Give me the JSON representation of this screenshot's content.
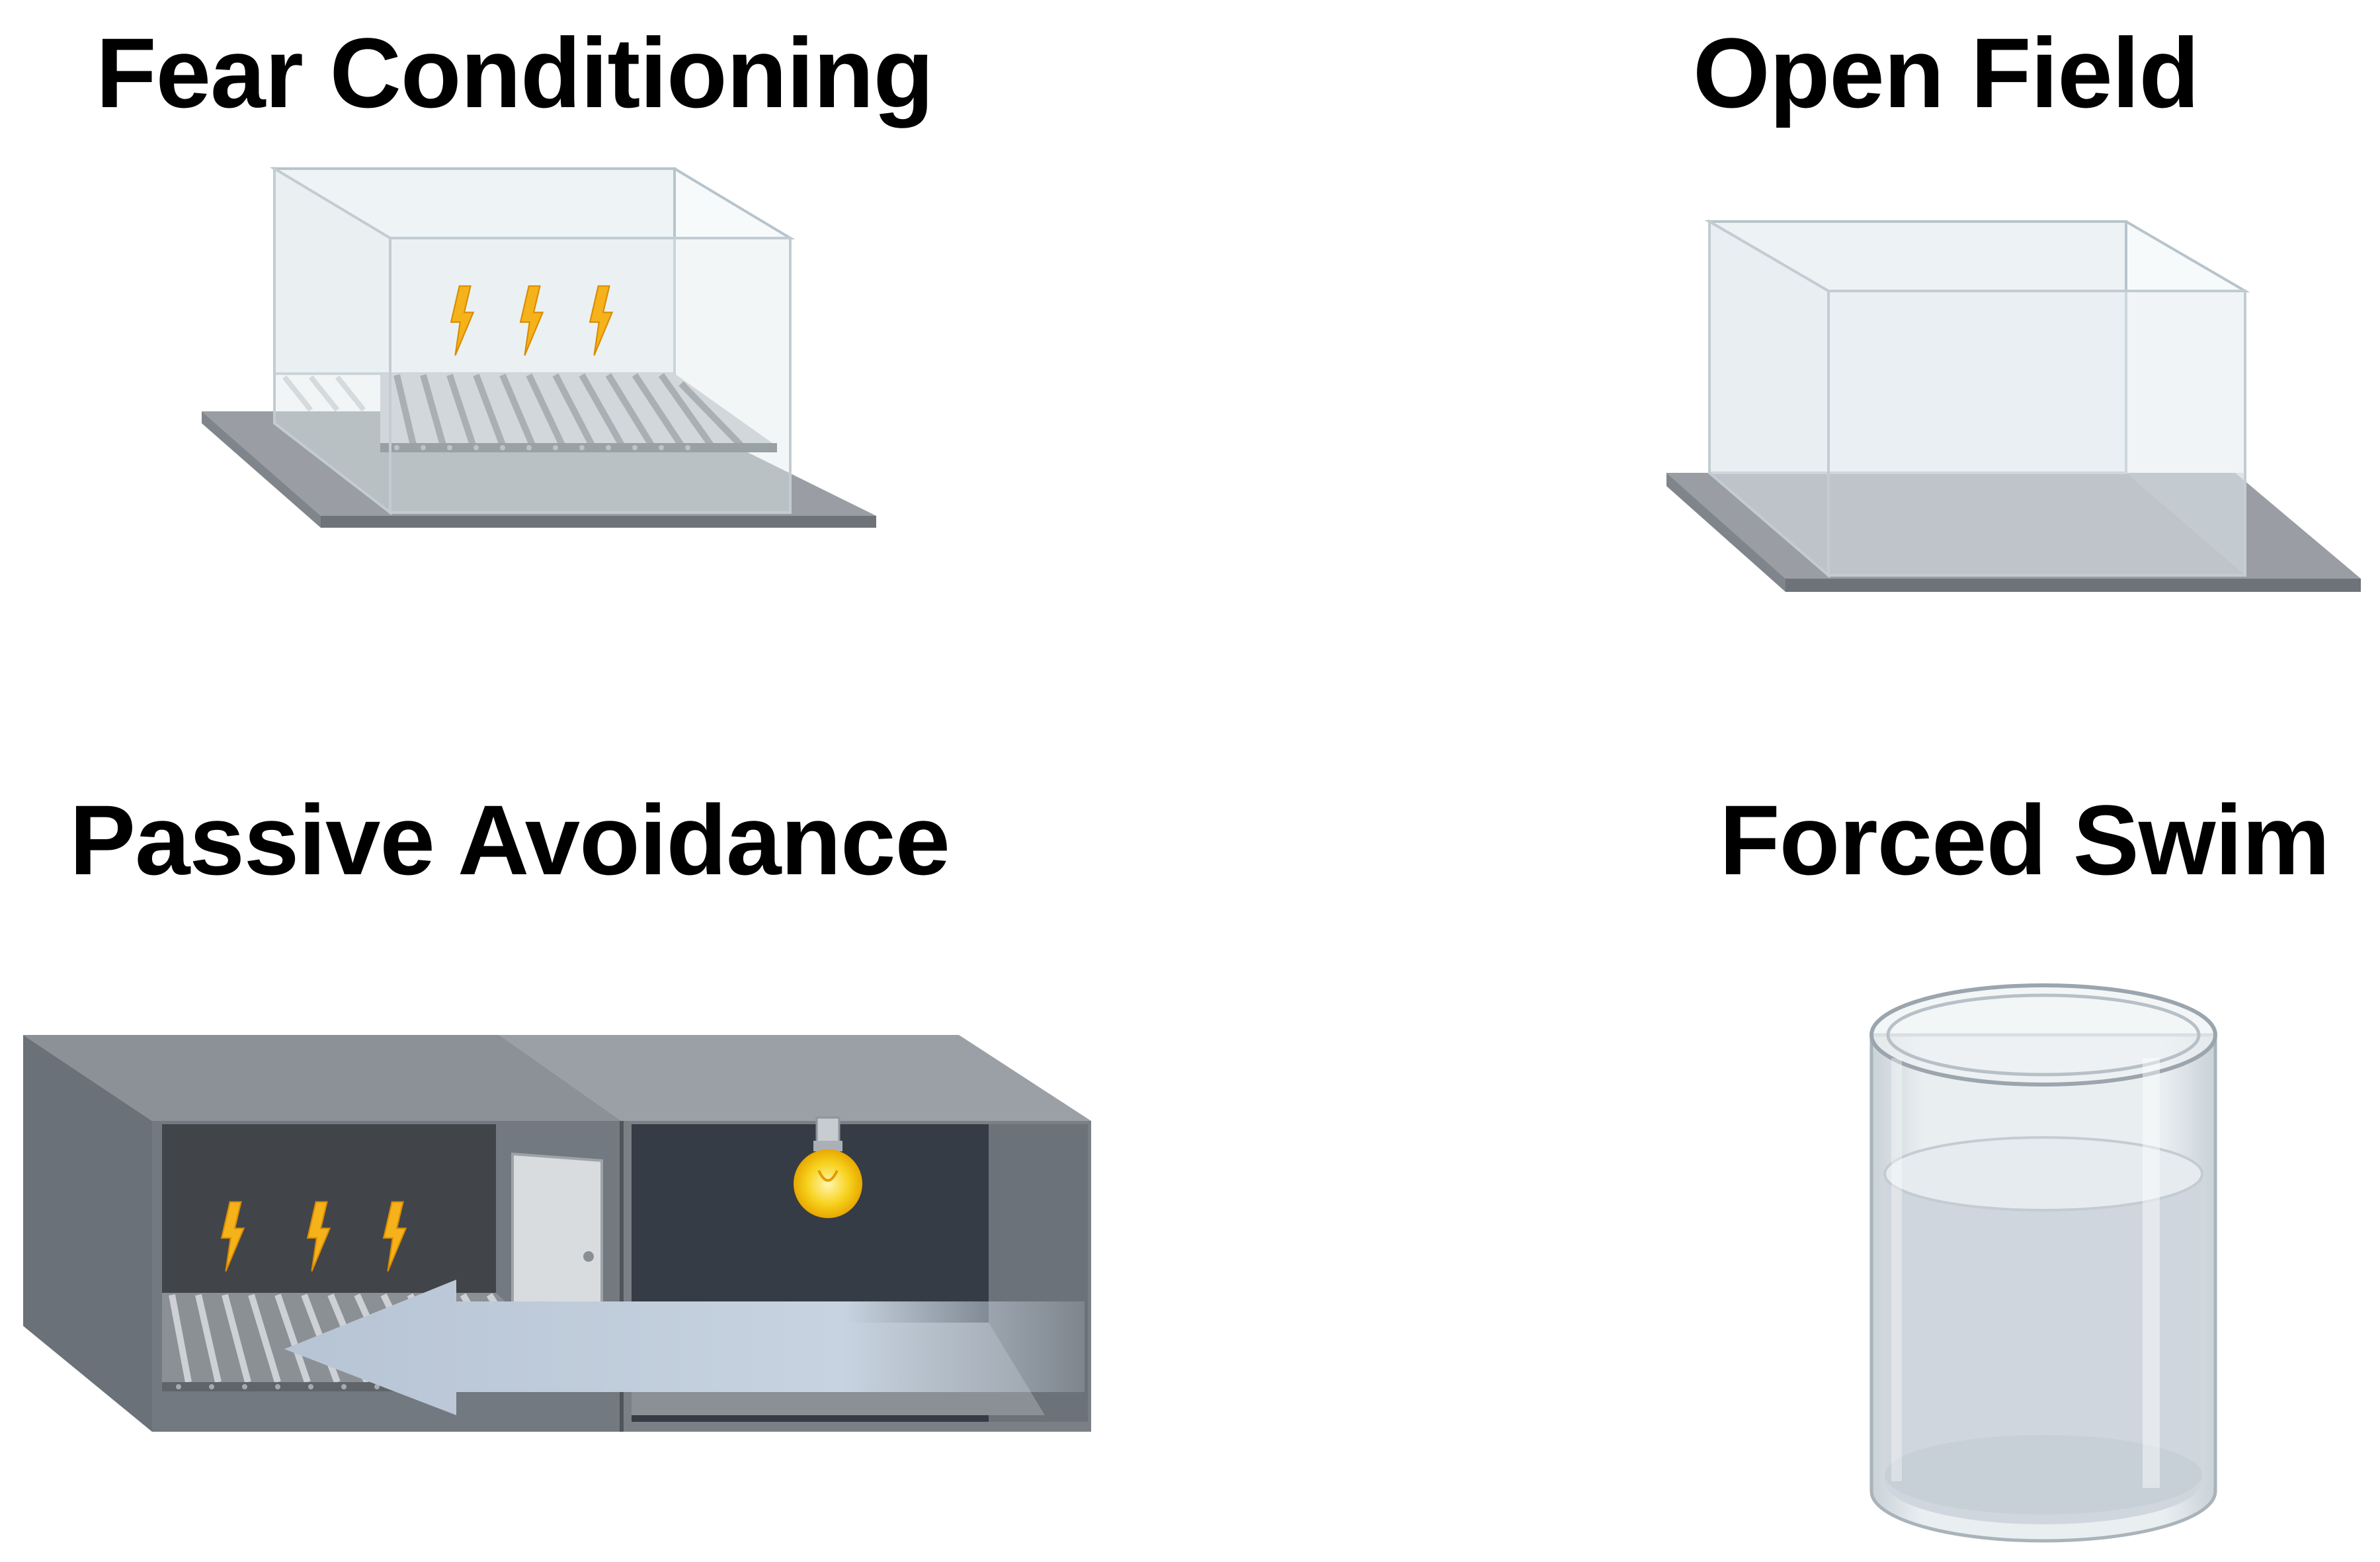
{
  "panels": {
    "fear_conditioning": {
      "title": "Fear Conditioning",
      "icons": [
        "lightning-bolt-icon",
        "lightning-bolt-icon",
        "lightning-bolt-icon"
      ]
    },
    "open_field": {
      "title": "Open Field"
    },
    "passive_avoidance": {
      "title": "Passive Avoidance",
      "icons": [
        "lightning-bolt-icon",
        "lightning-bolt-icon",
        "lightning-bolt-icon",
        "light-bulb-icon",
        "arrow-left-icon",
        "door-icon"
      ]
    },
    "forced_swim": {
      "title": "Forced Swim"
    }
  },
  "colors": {
    "base_plate": "#8f9399",
    "glass": "#dfe8ec",
    "bolt": "#f5b21a",
    "dark_box": "#3c4046",
    "box_body": "#6b7178",
    "arrow": "#b9c6d6",
    "bulb": "#f7d21e",
    "water": "#cfd6de"
  }
}
